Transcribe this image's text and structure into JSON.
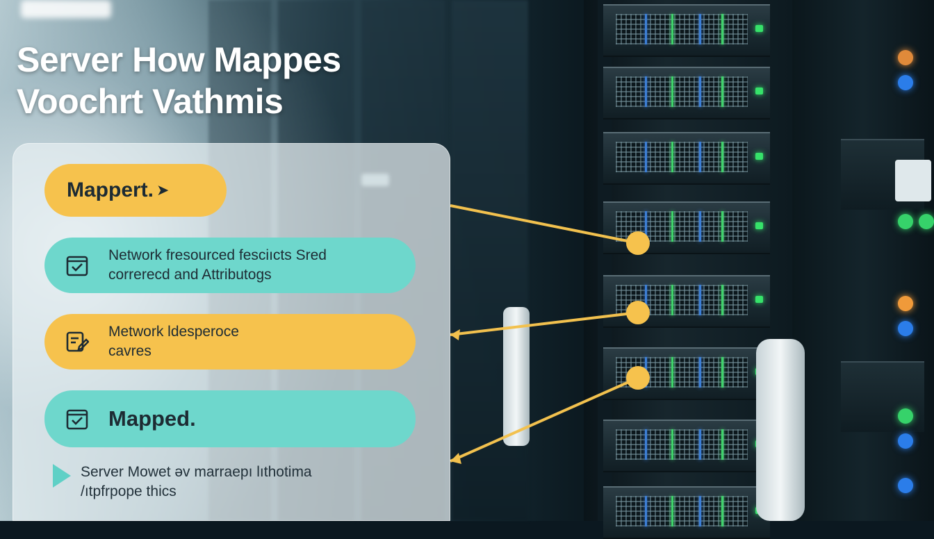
{
  "title": {
    "line1": "Server How Mappes",
    "line2": "Voochrt Vathmis"
  },
  "card": {
    "heading": {
      "label": "Mappert.",
      "arrow": "➤"
    },
    "items": [
      {
        "icon": "checkbox-icon",
        "line1": "Network fresourced fesciıcts Sred",
        "line2": "correrecd and Attributogs",
        "color": "#6ed7cc"
      },
      {
        "icon": "document-edit-icon",
        "line1": "Metwork ldesperoce",
        "line2": "cavres",
        "color": "#f6c24d"
      },
      {
        "icon": "checkbox-icon",
        "line1": "Mapped.",
        "color": "#6ed7cc"
      }
    ],
    "footer": {
      "line1": "Server Mowet əv marraepı lıthotima",
      "line2": "/ıtpfrpope thics"
    }
  },
  "colors": {
    "accent_orange": "#f6c24d",
    "accent_teal": "#6ed7cc",
    "connector": "#f2c14e",
    "led_green": "#36e26a",
    "led_blue": "#3d7fd6"
  }
}
